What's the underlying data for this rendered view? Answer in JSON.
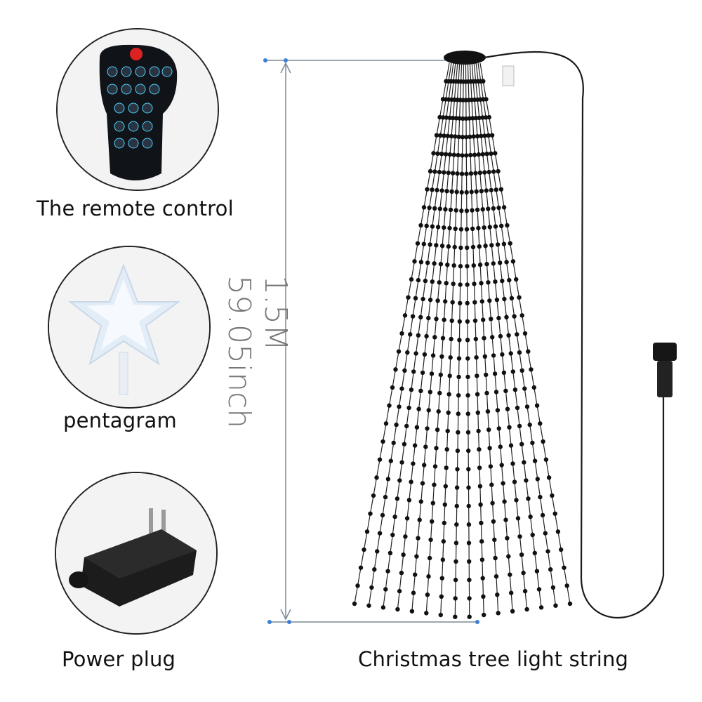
{
  "items": {
    "remote": {
      "label": "The remote control"
    },
    "star": {
      "label": "pentagram"
    },
    "plug": {
      "label": "Power plug"
    },
    "tree": {
      "label": "Christmas tree light string"
    }
  },
  "dimension": {
    "metric": "1.5M",
    "imperial": "59.05inch"
  },
  "colors": {
    "dim_line": "#7a8a99",
    "dim_dot": "#3b7fd6",
    "wire": "#1a1a1a"
  }
}
